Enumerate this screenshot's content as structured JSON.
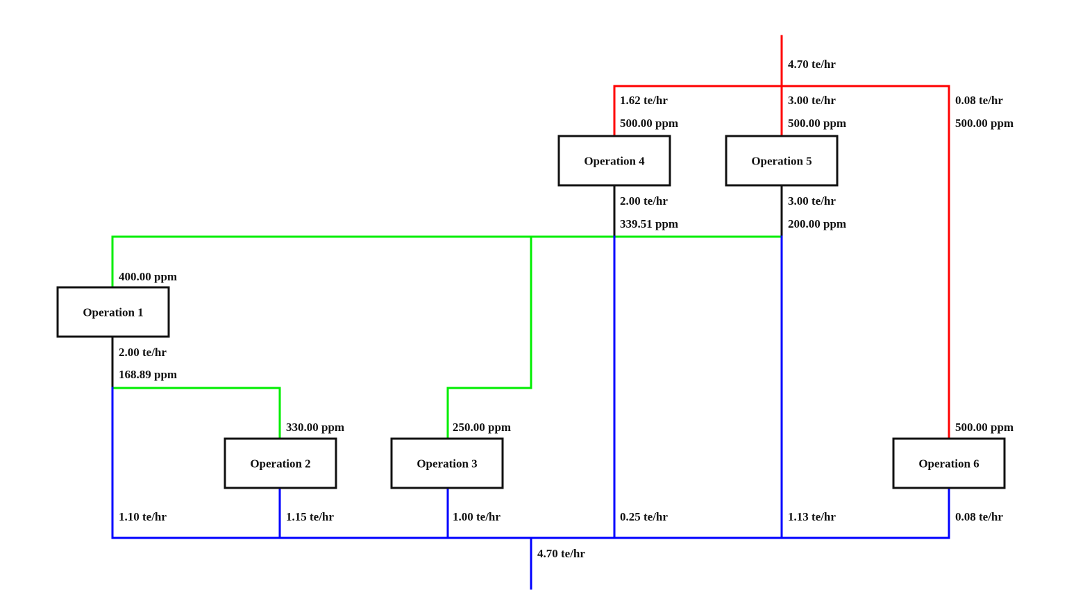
{
  "colors": {
    "freshwater": "#ff0000",
    "reuse": "#00ee00",
    "wastewater": "#0000ff",
    "outlet": "#111111"
  },
  "diagram": {
    "freshwater_source": {
      "flow": "4.70 te/hr"
    },
    "wastewater_sink": {
      "flow": "4.70 te/hr"
    },
    "operations": [
      {
        "name": "Operation 1",
        "inlet_ppm": "400.00 ppm",
        "outlet_flow": "2.00 te/hr",
        "outlet_ppm": "168.89 ppm",
        "wastewater_flow": "1.10 te/hr"
      },
      {
        "name": "Operation 2",
        "inlet_ppm": "330.00 ppm",
        "wastewater_flow": "1.15 te/hr"
      },
      {
        "name": "Operation 3",
        "inlet_ppm": "250.00 ppm",
        "wastewater_flow": "1.00 te/hr"
      },
      {
        "name": "Operation 4",
        "inlet_flow": "1.62 te/hr",
        "inlet_ppm": "500.00 ppm",
        "outlet_flow": "2.00 te/hr",
        "outlet_ppm": "339.51 ppm",
        "wastewater_flow": "0.25 te/hr"
      },
      {
        "name": "Operation 5",
        "inlet_flow": "3.00 te/hr",
        "inlet_ppm": "500.00 ppm",
        "outlet_flow": "3.00 te/hr",
        "outlet_ppm": "200.00 ppm",
        "wastewater_flow": "1.13 te/hr"
      },
      {
        "name": "Operation 6",
        "inlet_flow": "0.08 te/hr",
        "inlet_ppm": "500.00 ppm",
        "inlet_ppm_near_box": "500.00 ppm",
        "wastewater_flow": "0.08 te/hr"
      }
    ]
  }
}
